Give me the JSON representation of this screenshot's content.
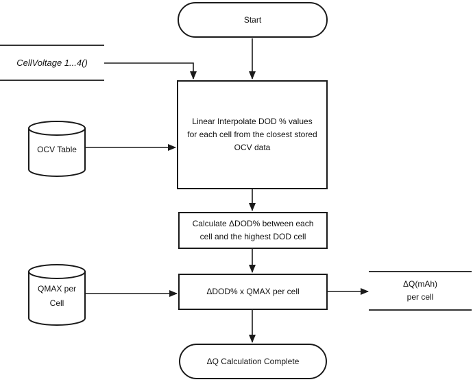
{
  "diagram": {
    "type": "flowchart",
    "colors": {
      "stroke": "#1a1a1a",
      "background": "#ffffff",
      "text": "#111111"
    },
    "nodes": {
      "start": {
        "label": "Start",
        "shape": "terminator"
      },
      "cell_voltage_input": {
        "label": "CellVoltage 1...4()",
        "shape": "io-label"
      },
      "interpolate": {
        "lines": [
          "Linear Interpolate DOD % values",
          "for each cell from the closest stored",
          "OCV data"
        ],
        "shape": "process"
      },
      "ocv_table": {
        "label": "OCV Table",
        "shape": "datastore-cylinder"
      },
      "calc_ddod": {
        "lines": [
          "Calculate ΔDOD% between each",
          "cell and the highest DOD cell"
        ],
        "shape": "process"
      },
      "qmax": {
        "lines": [
          "QMAX per",
          "Cell"
        ],
        "shape": "datastore-cylinder"
      },
      "multiply": {
        "label": "ΔDOD% x QMAX per cell",
        "shape": "process"
      },
      "dq_output": {
        "lines": [
          "ΔQ(mAh)",
          "per cell"
        ],
        "shape": "io-label"
      },
      "end": {
        "label": "ΔQ Calculation Complete",
        "shape": "terminator"
      }
    },
    "edges": [
      {
        "from": "start",
        "to": "interpolate"
      },
      {
        "from": "cell_voltage_input",
        "to": "interpolate"
      },
      {
        "from": "ocv_table",
        "to": "interpolate"
      },
      {
        "from": "interpolate",
        "to": "calc_ddod"
      },
      {
        "from": "calc_ddod",
        "to": "multiply"
      },
      {
        "from": "qmax",
        "to": "multiply"
      },
      {
        "from": "multiply",
        "to": "dq_output"
      },
      {
        "from": "multiply",
        "to": "end"
      }
    ]
  }
}
